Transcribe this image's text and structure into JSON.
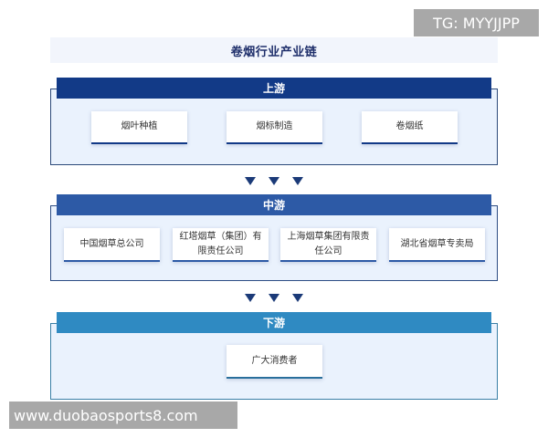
{
  "title": "卷烟行业产业链",
  "colors": {
    "upstream_header": "#123a87",
    "midstream_header": "#2d5aa6",
    "downstream_header": "#2f8ac2",
    "frame_bg": "#eaf2fd",
    "arrow": "#1b3a78",
    "title_text": "#1f2f6b"
  },
  "tiers": [
    {
      "label": "上游",
      "nodes": [
        "烟叶种植",
        "烟标制造",
        "卷烟纸"
      ]
    },
    {
      "label": "中游",
      "nodes": [
        "中国烟草总公司",
        "红塔烟草（集团）有限责任公司",
        "上海烟草集团有限责任公司",
        "湖北省烟草专卖局"
      ]
    },
    {
      "label": "下游",
      "nodes": [
        "广大消费者"
      ]
    }
  ],
  "connectors": [
    {
      "from": "上游",
      "to": "中游",
      "glyph": "▼▼▼"
    },
    {
      "from": "中游",
      "to": "下游",
      "glyph": "▼▼▼"
    }
  ],
  "watermarks": {
    "top_right": "TG: MYYJJPP",
    "bottom_left": "www.duobaosports8.com"
  }
}
